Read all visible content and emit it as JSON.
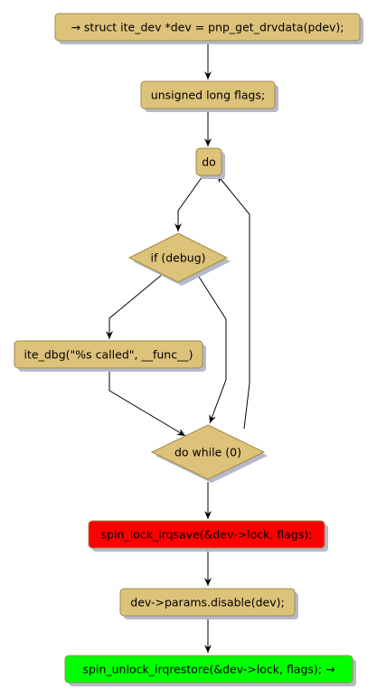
{
  "colors": {
    "box_fill": "#DDC27A",
    "box_stroke": "#A08A4C",
    "shadow": "#B5B9C8",
    "red_box": "#FF0000",
    "green_box": "#00FF00",
    "arrow": "#000000"
  },
  "nodes": {
    "entry": "→ struct ite_dev *dev = pnp_get_drvdata(pdev);",
    "flags_decl": "unsigned long flags;",
    "do_start": "do",
    "if_debug": "if (debug)",
    "debug_call": "ite_dbg(\"%s called\", __func__)",
    "do_while": "do while (0)",
    "spin_lock": "spin_lock_irqsave(&dev->lock, flags);",
    "disable_call": "dev->params.disable(dev);",
    "spin_unlock": "spin_unlock_irqrestore(&dev->lock, flags); →"
  }
}
